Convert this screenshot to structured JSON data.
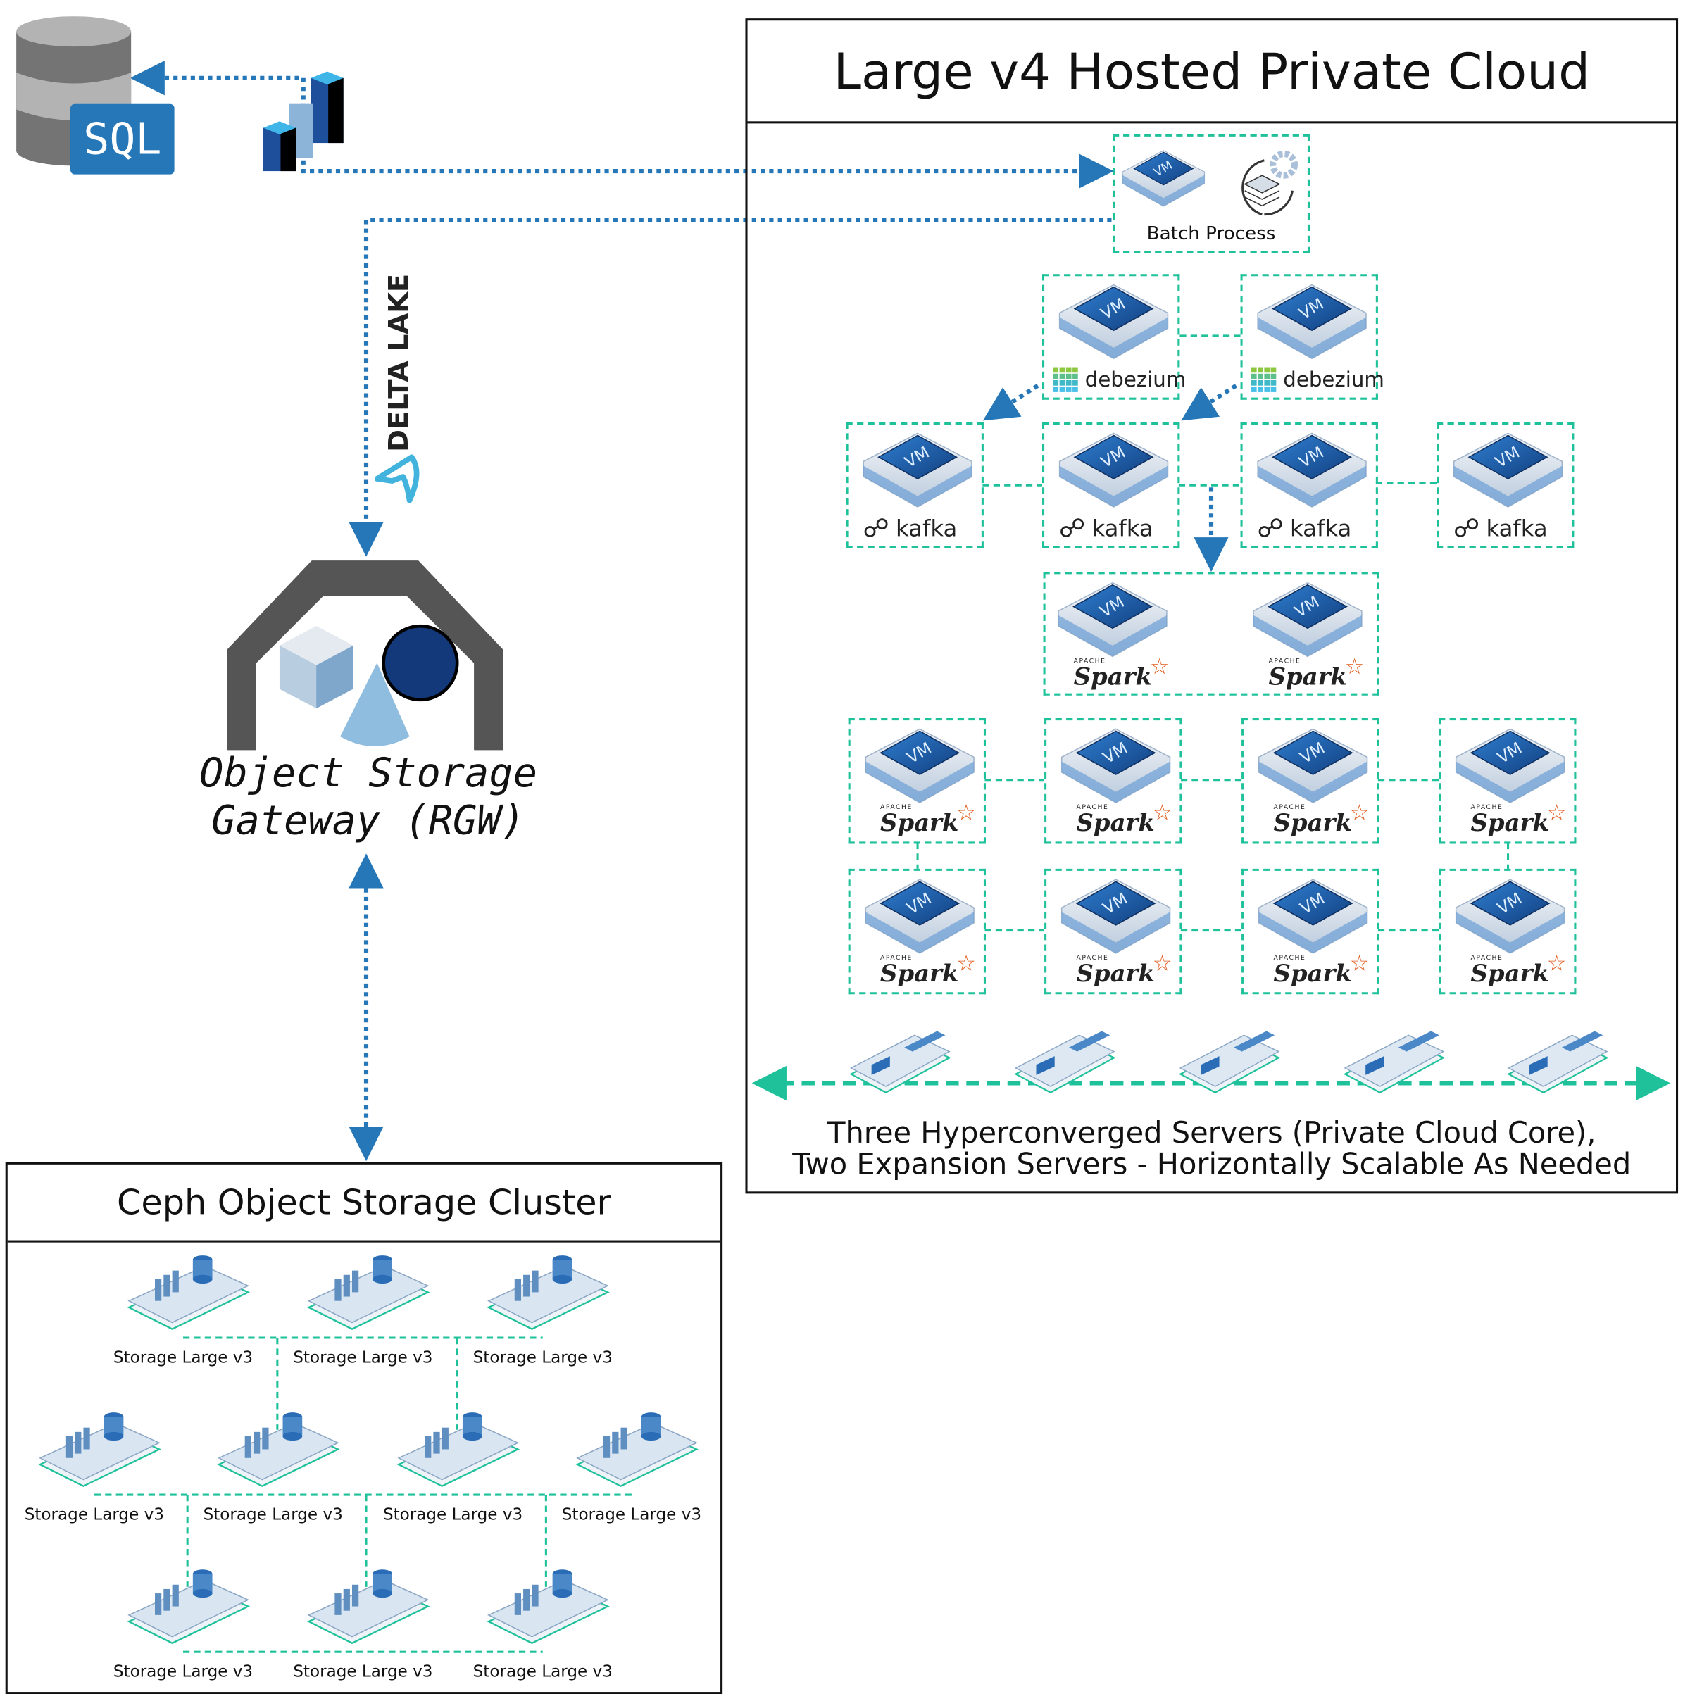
{
  "colors": {
    "flow_arrow": "#2677b8",
    "teal_link": "#1fc19a",
    "vm_blue": "#1d5fa8",
    "gateway_arch": "#555555"
  },
  "sources": {
    "sql_label": "SQL",
    "db_icon": "database-icon",
    "bi_icon": "bar-chart-icon"
  },
  "delta_lake": {
    "label": "DELTA LAKE",
    "icon": "delta-lake-logo"
  },
  "gateway": {
    "line1": "Object Storage",
    "line2": "Gateway (RGW)",
    "icon": "object-storage-icon"
  },
  "cloud": {
    "title": "Large v4 Hosted Private Cloud",
    "batch": {
      "label": "Batch Process",
      "vm_text": "VM"
    },
    "debezium": [
      "debezium",
      "debezium"
    ],
    "kafka": [
      "kafka",
      "kafka",
      "kafka",
      "kafka"
    ],
    "spark_pair": [
      "Spark",
      "Spark"
    ],
    "spark_row1": [
      "Spark",
      "Spark",
      "Spark",
      "Spark"
    ],
    "spark_row2": [
      "Spark",
      "Spark",
      "Spark",
      "Spark"
    ],
    "spark_tag": "APACHE",
    "servers_count": 5,
    "caption_line1": "Three Hyperconverged Servers (Private Cloud Core),",
    "caption_line2": "Two Expansion Servers - Horizontally Scalable As Needed"
  },
  "ceph": {
    "title": "Ceph Object Storage Cluster",
    "nodes": [
      "Storage Large v3",
      "Storage Large v3",
      "Storage Large v3",
      "Storage Large v3",
      "Storage Large v3",
      "Storage Large v3",
      "Storage Large v3",
      "Storage Large v3",
      "Storage Large v3",
      "Storage Large v3"
    ]
  }
}
